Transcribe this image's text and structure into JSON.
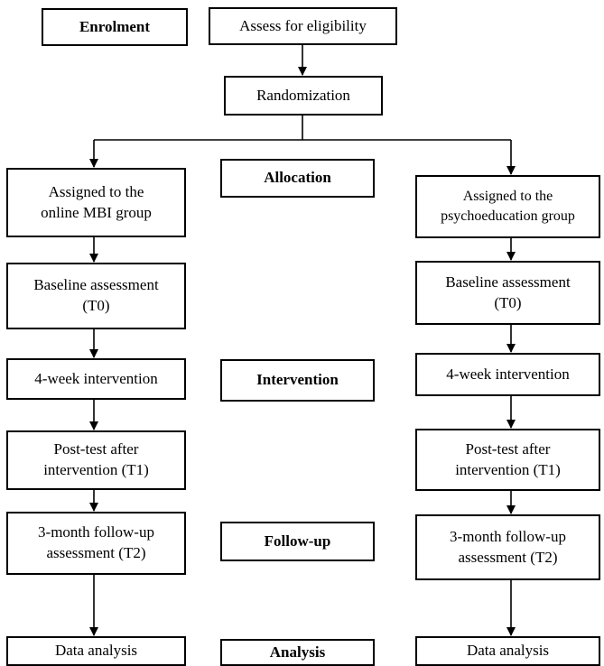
{
  "stages": {
    "enrolment": "Enrolment",
    "allocation": "Allocation",
    "intervention": "Intervention",
    "follow_up": "Follow-up",
    "analysis": "Analysis"
  },
  "top": {
    "assess": "Assess for eligibility",
    "randomization": "Randomization"
  },
  "left": {
    "assigned_l1": "Assigned to the",
    "assigned_l2": "online MBI group",
    "baseline_l1": "Baseline assessment",
    "baseline_l2": "(T0)",
    "intervention": "4-week intervention",
    "posttest_l1": "Post-test after",
    "posttest_l2": "intervention (T1)",
    "followup_l1": "3-month follow-up",
    "followup_l2": "assessment (T2)",
    "analysis": "Data analysis"
  },
  "right": {
    "assigned_l1": "Assigned to the",
    "assigned_l2": "psychoeducation group",
    "baseline_l1": "Baseline assessment",
    "baseline_l2": "(T0)",
    "intervention": "4-week intervention",
    "posttest_l1": "Post-test after",
    "posttest_l2": "intervention (T1)",
    "followup_l1": "3-month follow-up",
    "followup_l2": "assessment (T2)",
    "analysis": "Data analysis"
  }
}
